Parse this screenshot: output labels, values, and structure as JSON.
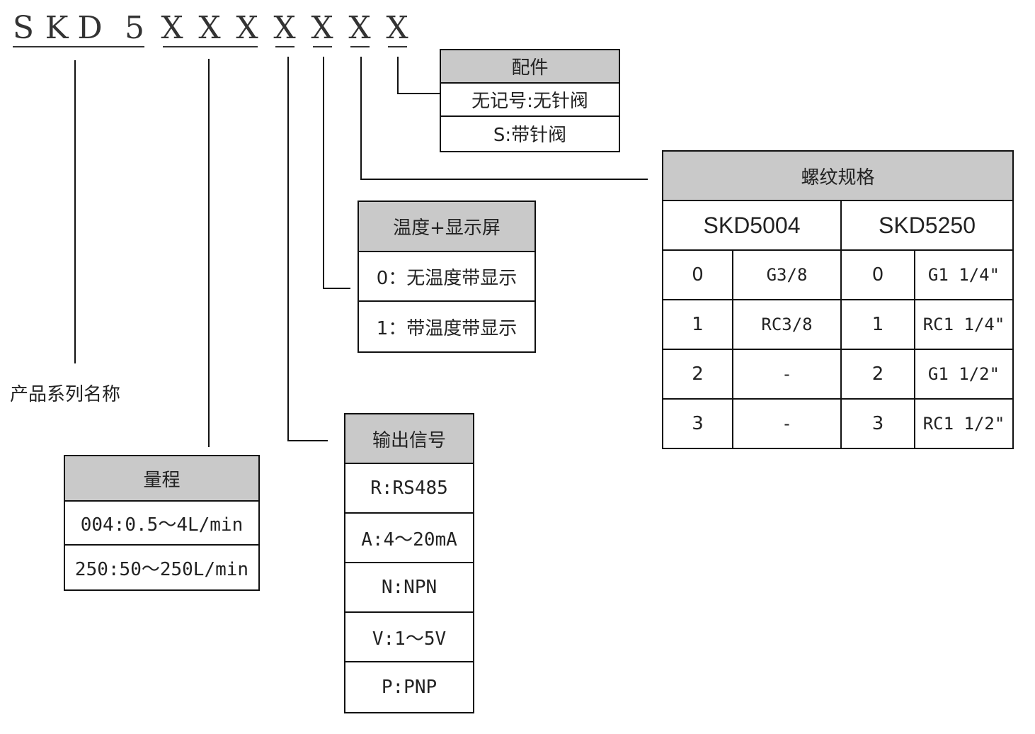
{
  "model_code": {
    "chars": [
      "S",
      "K",
      "D",
      "5",
      "X",
      "X",
      "X",
      "X",
      "X",
      "X",
      "X"
    ]
  },
  "product_series": {
    "label": "产品系列名称"
  },
  "range": {
    "title": "量程",
    "options": [
      "004:0.5～4L/min",
      "250:50～250L/min"
    ]
  },
  "output_signal": {
    "title": "输出信号",
    "options": [
      "R:RS485",
      "A:4～20mA",
      "N:NPN",
      "V:1～5V",
      "P:PNP"
    ]
  },
  "temperature_display": {
    "title": "温度+显示屏",
    "options": [
      "0：无温度带显示",
      "1：带温度带显示"
    ]
  },
  "accessory": {
    "title": "配件",
    "options": [
      "无记号:无针阀",
      "S:带针阀"
    ]
  },
  "thread_spec": {
    "title": "螺纹规格",
    "models": [
      "SKD5004",
      "SKD5250"
    ],
    "rows": [
      {
        "code_a": "0",
        "val_a": "G3/8",
        "code_b": "0",
        "val_b": "G1 1/4\""
      },
      {
        "code_a": "1",
        "val_a": "RC3/8",
        "code_b": "1",
        "val_b": "RC1 1/4\""
      },
      {
        "code_a": "2",
        "val_a": "-",
        "code_b": "2",
        "val_b": "G1 1/2\""
      },
      {
        "code_a": "3",
        "val_a": "-",
        "code_b": "3",
        "val_b": "RC1 1/2\""
      }
    ]
  }
}
